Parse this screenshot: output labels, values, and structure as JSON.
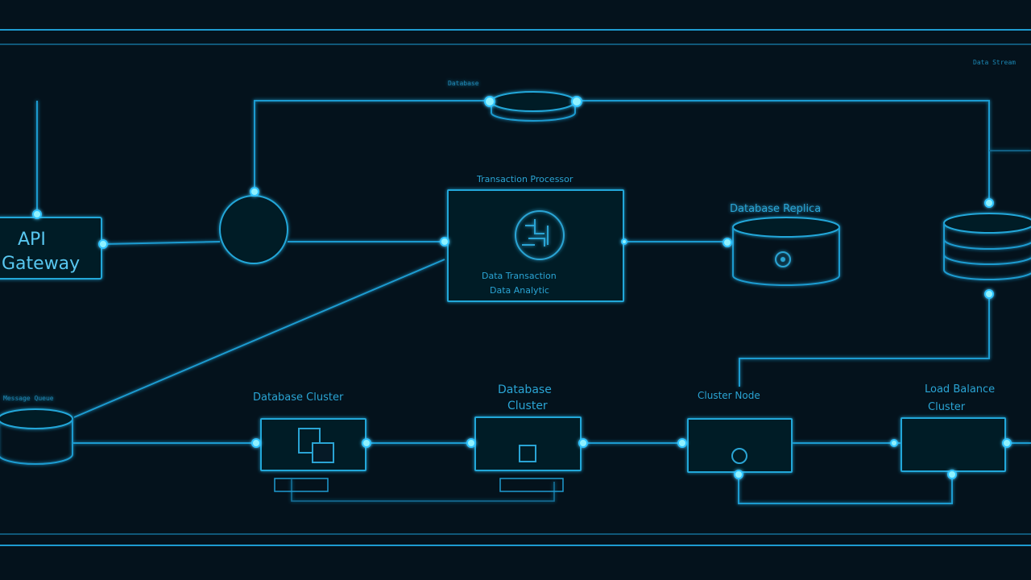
{
  "diagram": {
    "colors": {
      "background": "#04121c",
      "wire": "#1e9bd0",
      "node": "#8ff2ff",
      "label": "#2aa4d4"
    },
    "labels": {
      "api_gateway_line1": "API",
      "api_gateway_line2": "Gateway",
      "top_center": "Database",
      "center_box_title": "Transaction Processor",
      "center_box_text1": "Data Transaction",
      "center_box_text2": "Data Analytic",
      "right_db_title": "Database Replica",
      "bottom_left_db": "Message Queue",
      "bottom_box1_title": "Database Cluster",
      "bottom_box2_title1": "Database",
      "bottom_box2_title2": "Cluster",
      "bottom_box3_title": "Cluster Node",
      "bottom_box4_title1": "Load Balance",
      "bottom_box4_title2": "Cluster",
      "corner_top_right": "Data Stream"
    },
    "icons": [
      "brain-chip-icon",
      "database-icon",
      "document-icon",
      "gear-icon",
      "cylinder-icon"
    ]
  }
}
